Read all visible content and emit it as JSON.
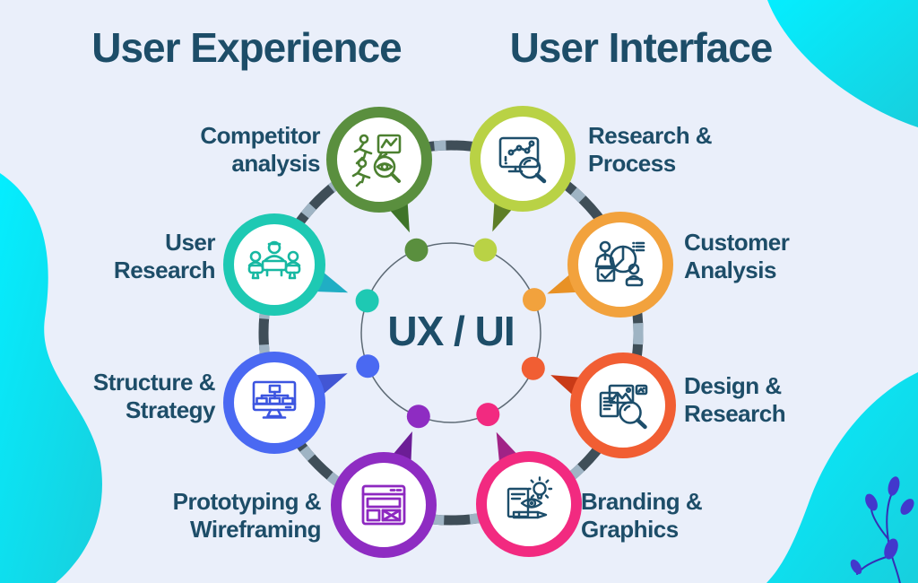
{
  "titles": {
    "left": "User Experience",
    "right": "User Interface"
  },
  "center_label": "UX / UI",
  "nodes": [
    {
      "id": "competitor-analysis",
      "lines": [
        "Competitor",
        "analysis"
      ],
      "color": "#5a8f3e",
      "icon_color": "#4c8030",
      "icon": "competitor-analysis-icon"
    },
    {
      "id": "research-process",
      "lines": [
        "Research &",
        "Process"
      ],
      "color": "#b9d245",
      "icon_color": "#1d4e6b",
      "icon": "monitor-chart-magnifier-icon"
    },
    {
      "id": "user-research",
      "lines": [
        "User",
        "Research"
      ],
      "color": "#1ec9b3",
      "icon_color": "#17b8a2",
      "icon": "user-group-icon"
    },
    {
      "id": "customer-analysis",
      "lines": [
        "Customer",
        "Analysis"
      ],
      "color": "#f2a23d",
      "icon_color": "#1d4e6b",
      "icon": "people-pie-chart-icon"
    },
    {
      "id": "structure-strategy",
      "lines": [
        "Structure &",
        "Strategy"
      ],
      "color": "#4a69f2",
      "icon_color": "#3c55e0",
      "icon": "sitemap-monitor-icon"
    },
    {
      "id": "design-research",
      "lines": [
        "Design &",
        "Research"
      ],
      "color": "#f15e33",
      "icon_color": "#1d4e6b",
      "icon": "images-magnifier-icon"
    },
    {
      "id": "prototyping-wireframing",
      "lines": [
        "Prototyping &",
        "Wireframing"
      ],
      "color": "#8e2cc2",
      "icon_color": "#8d28c0",
      "icon": "wireframe-browser-icon"
    },
    {
      "id": "branding-graphics",
      "lines": [
        "Branding &",
        "Graphics"
      ],
      "color": "#f22a80",
      "icon_color": "#1d4e6b",
      "icon": "branding-pen-bulb-icon"
    }
  ],
  "palette": {
    "background": "#eaeffa",
    "heading_text": "#1d4d68",
    "blob_cyan": "#0ce8f8",
    "connector_dark": "#3f4e58",
    "connector_light": "#9fb4c4",
    "plant_indigo": "#4238cc"
  }
}
